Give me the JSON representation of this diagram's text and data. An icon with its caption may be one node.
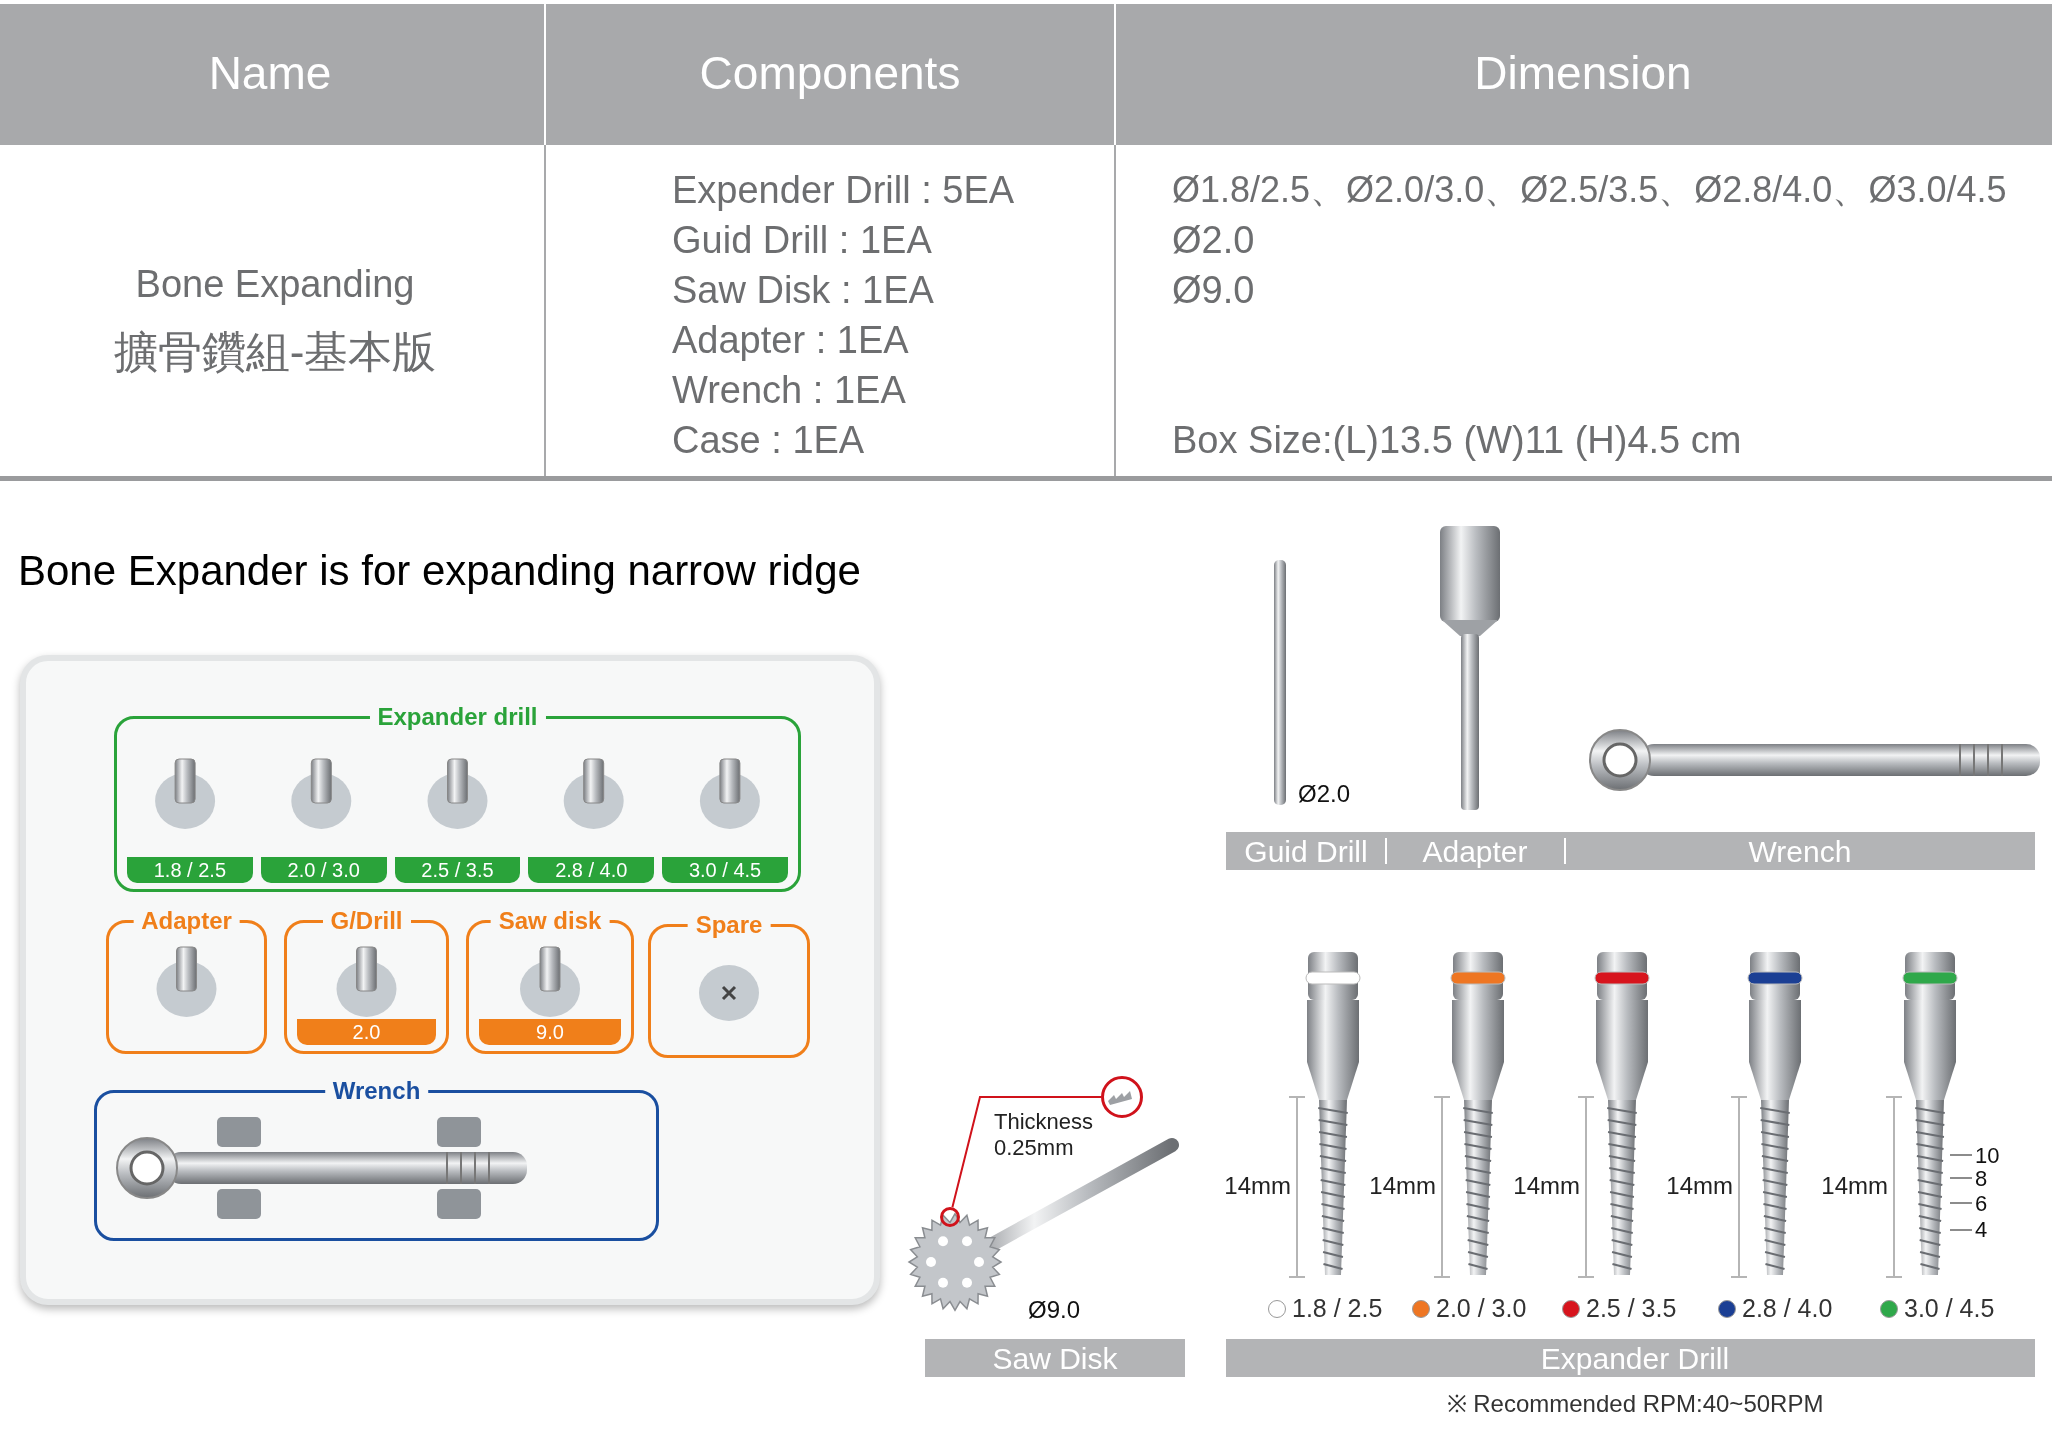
{
  "diagram": {
    "nodes": [
      {
        "text": [],
        "shape": "box"
      },
      {
        "text": [
          "Expander drill",
          "1.8 / 2.5",
          "2.0 / 3.0",
          "2.5 / 3.5",
          "2.8 / 4.0",
          "3.0 / 4.5"
        ],
        "in": 0
      },
      {
        "text": [
          "Adapter"
        ],
        "in": 0
      },
      {
        "text": [
          "G/Drill",
          "2.0"
        ],
        "in": 0
      },
      {
        "text": [
          "Saw disk",
          "9.0"
        ],
        "in": 0
      },
      {
        "text": [
          "Spare"
        ],
        "in": 0
      },
      {
        "text": [
          "Wrench"
        ],
        "in": 0
      },
      {
        "text": [],
        "shape": "circle",
        "beside": [
          "Thickness 0.25mm"
        ]
      },
      {
        "text": [],
        "shape": "circle"
      }
    ],
    "edges": [
      {
        "from": 8,
        "to": 7,
        "arrow": "none"
      }
    ],
    "labels": [
      "Name",
      "Components",
      "Dimension",
      "Bone Expanding",
      "擴骨鑽組-基本版",
      "Expender Drill : 5EA",
      "Guid Drill : 1EA",
      "Saw Disk : 1EA",
      "Adapter : 1EA",
      "Wrench : 1EA",
      "Case : 1EA",
      "Ø1.8/2.5、Ø2.0/3.0、Ø2.5/3.5、Ø2.8/4.0、Ø3.0/4.5",
      "Ø2.0",
      "Ø9.0",
      "Box Size:(L)13.5 (W)11 (H)4.5 cm",
      "Bone Expander is for expanding narrow ridge",
      "Ø2.0",
      "Guid Drill",
      "Adapter",
      "Wrench",
      "Ø9.0",
      "Saw Disk",
      "14mm",
      "14mm",
      "14mm",
      "14mm",
      "14mm",
      "10",
      "8",
      "6",
      "4",
      "Expander Drill",
      "※ Recommended RPM:40~50RPM"
    ],
    "legend": [
      {
        "text": "1.8 / 2.5",
        "color": "#ffffff"
      },
      {
        "text": "2.0 / 3.0",
        "color": "#ee7623"
      },
      {
        "text": "2.5 / 3.5",
        "color": "#d7141d"
      },
      {
        "text": "2.8 / 4.0",
        "color": "#1b3f94"
      },
      {
        "text": "3.0 / 4.5",
        "color": "#2fa84a"
      }
    ]
  }
}
